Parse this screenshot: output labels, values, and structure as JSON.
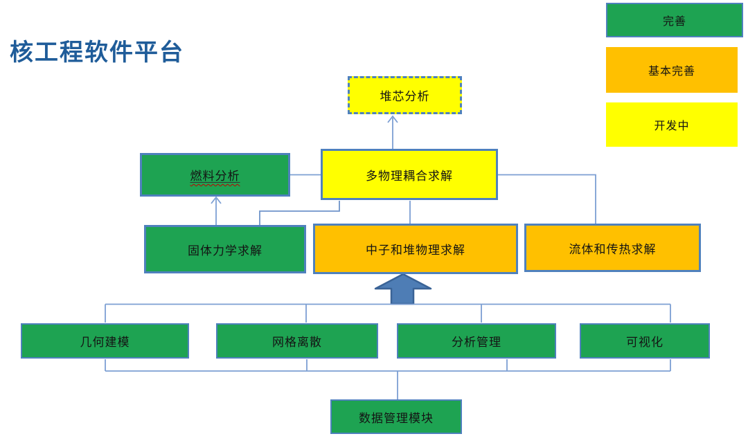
{
  "title": {
    "text": "核工程软件平台"
  },
  "colors": {
    "title": "#1F5C99",
    "complete_green": "#1EA352",
    "mostly_complete_orange": "#FFC000",
    "in_development_yellow": "#FFFF00",
    "box_border_blue": "#4F81BD",
    "connector_blue": "#7C9FD3",
    "big_arrow_fill": "#4E7DB5",
    "big_arrow_border": "#3A6396"
  },
  "legend": {
    "items": [
      {
        "label": "完善",
        "status": "complete"
      },
      {
        "label": "基本完善",
        "status": "mostly-complete"
      },
      {
        "label": "开发中",
        "status": "in-development"
      }
    ]
  },
  "nodes": {
    "core_analysis": {
      "label": "堆芯分析",
      "status": "in-development"
    },
    "fuel_analysis": {
      "label": "燃料分析",
      "status": "complete"
    },
    "multiphysics": {
      "label": "多物理耦合求解",
      "status": "in-development"
    },
    "solid_mechanics": {
      "label": "固体力学求解",
      "status": "complete"
    },
    "neutronics": {
      "label": "中子和堆物理求解",
      "status": "mostly-complete"
    },
    "fluid_heat": {
      "label": "流体和传热求解",
      "status": "mostly-complete"
    },
    "geometry": {
      "label": "几何建模",
      "status": "complete"
    },
    "meshing": {
      "label": "网格离散",
      "status": "complete"
    },
    "analysis_mgmt": {
      "label": "分析管理",
      "status": "complete"
    },
    "visualization": {
      "label": "可视化",
      "status": "complete"
    },
    "data_mgmt": {
      "label": "数据管理模块",
      "status": "complete"
    }
  }
}
